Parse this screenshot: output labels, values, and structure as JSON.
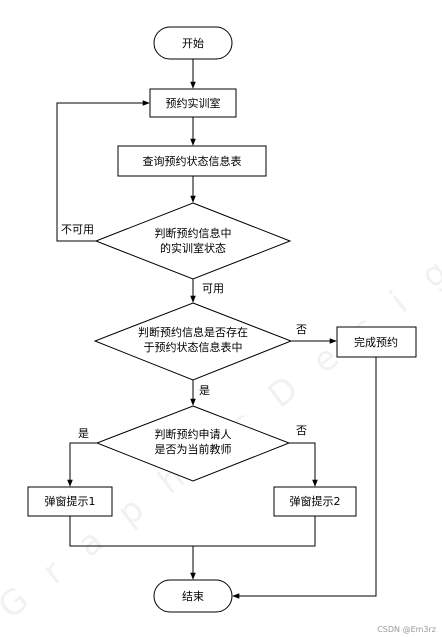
{
  "nodes": {
    "start": "开始",
    "reserve": "预约实训室",
    "query": "查询预约状态信息表",
    "check_status": [
      "判断预约信息中",
      "的实训室状态"
    ],
    "check_exist": [
      "判断预约信息是否存在",
      "于预约状态信息表中"
    ],
    "check_teacher": [
      "判断预约申请人",
      "是否为当前教师"
    ],
    "complete": "完成预约",
    "popup1": "弹窗提示1",
    "popup2": "弹窗提示2",
    "end": "结束"
  },
  "edges": {
    "unavailable": "不可用",
    "available": "可用",
    "no_exist": "否",
    "yes_exist": "是",
    "yes_teacher": "是",
    "no_teacher": "否"
  },
  "watermark": "GraphicDesigner",
  "credit": "CSDN @Em3rz"
}
